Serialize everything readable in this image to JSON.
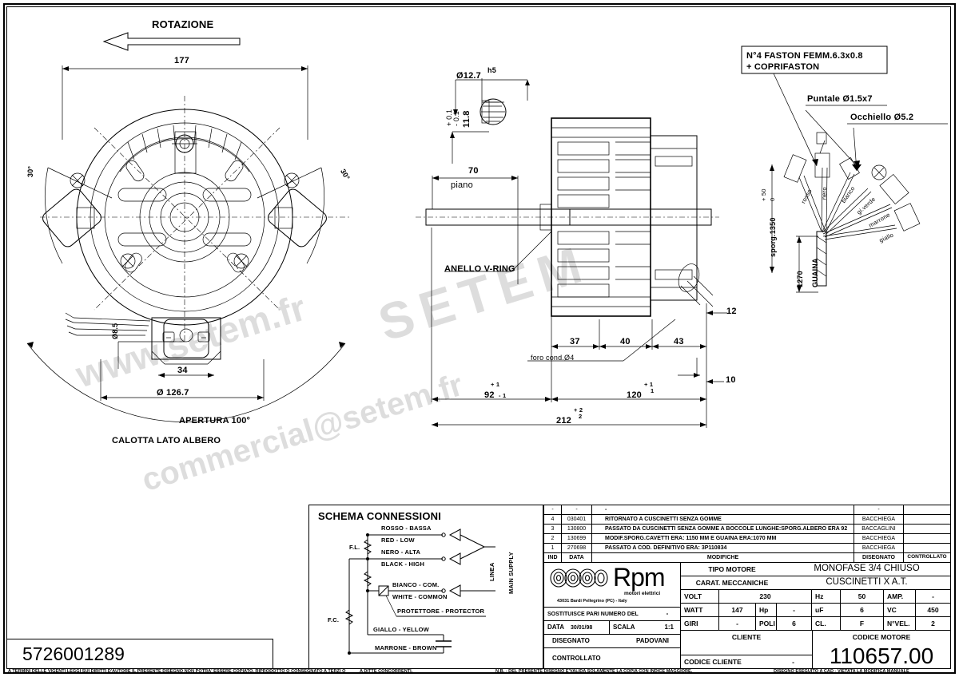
{
  "drawing": {
    "number_bottom_left": "5726001289",
    "motor_code": "110657.00"
  },
  "views": {
    "left": {
      "rotation_label": "ROTAZIONE",
      "width_dim": "177",
      "angle_left": "30°",
      "angle_right": "30°",
      "hole_dim": "Ø8.5",
      "slot_dim": "34",
      "bolt_circle": "Ø 126.7",
      "aperture": "APERTURA 100°",
      "cap_label": "CALOTTA LATO ALBERO"
    },
    "center": {
      "shaft_tol_class": "h5",
      "shaft_dia": "Ø12.7",
      "flat_tol_plus": "+ 0.1",
      "flat_tol_minus": "- 0.1",
      "flat_dim": "11.8",
      "plane_dim": "70",
      "plane_label": "piano",
      "vring_label": "ANELLO V-RING",
      "dim_37": "37",
      "dim_40": "40",
      "dim_43": "43",
      "dim_12": "12",
      "dim_10": "10",
      "cond_hole": "foro cond.Ø4",
      "dim_92": "92",
      "dim_92_tol": "+ 1",
      "dim_92_tol2": "- 1",
      "dim_120": "120",
      "dim_120_tol": "+ 1",
      "dim_120_tol2": "1",
      "dim_212": "212",
      "dim_212_tol": "+ 2",
      "dim_212_tol2": "2"
    },
    "right": {
      "note_faston": "N°4 FASTON FEMM.6.3x0.8",
      "note_faston2": "+ COPRIFASTON",
      "note_puntale": "Puntale Ø1.5x7",
      "note_occhiello": "Occhiello Ø5.2",
      "sporg_label": "sporg.1350",
      "sporg_tol_plus": "+ 50",
      "sporg_tol_zero": "0",
      "guaina_dim": "1270",
      "guaina_label": "GUAINA",
      "wires": [
        "rosso",
        "nero",
        "bianco",
        "gi.verde",
        "marrone",
        "giallo"
      ]
    }
  },
  "schema": {
    "title": "SCHEMA CONNESSIONI",
    "fl_label": "F.L.",
    "fc_label": "F.C.",
    "linea_label": "LINEA",
    "main_supply_label": "MAIN SUPPLY",
    "wires": [
      {
        "it": "ROSSO - BASSA",
        "en": "RED - LOW"
      },
      {
        "it": "NERO - ALTA",
        "en": "BLACK - HIGH"
      },
      {
        "it": "BIANCO - COM.",
        "en": "WHITE - COMMON"
      },
      {
        "it": "PROTETTORE - PROTECTOR",
        "en": ""
      },
      {
        "it": "GIALLO - YELLOW",
        "en": ""
      },
      {
        "it": "MARRONE - BROWN",
        "en": ""
      }
    ]
  },
  "title_block": {
    "rev_header_top": {
      "ind": "-",
      "data": "-",
      "mod": "-",
      "dis": "-",
      "ctr": ""
    },
    "revisions": [
      {
        "ind": "4",
        "data": "030401",
        "mod": "RITORNATO A CUSCINETTI SENZA GOMME",
        "dis": "BACCHIEGA",
        "ctr": ""
      },
      {
        "ind": "3",
        "data": "130800",
        "mod": "PASSATO DA CUSCINETTI SENZA GOMME A BOCCOLE LUNGHE:SPORG.ALBERO ERA 92",
        "dis": "BACCAGLINI",
        "ctr": ""
      },
      {
        "ind": "2",
        "data": "130699",
        "mod": "MODIF.SPORG.CAVETTI ERA: 1150 MM E GUAINA ERA:1070 MM",
        "dis": "BACCHIEGA",
        "ctr": ""
      },
      {
        "ind": "1",
        "data": "270698",
        "mod": "PASSATO A COD. DEFINITIVO ERA: 3P110834",
        "dis": "BACCHIEGA",
        "ctr": ""
      }
    ],
    "rev_columns": {
      "ind": "IND",
      "data": "DATA",
      "mod": "MODIFICHE",
      "dis": "DISEGNATO",
      "ctr": "CONTROLLATO"
    },
    "logo": {
      "name": "Rpm",
      "tagline": "motori elettrici",
      "address": "43031 Bardi Pellegrino (PC) - Italy"
    },
    "sostituisce_label": "SOSTITUISCE PARI NUMERO DEL",
    "sostituisce_value": "-",
    "data_label": "DATA",
    "data_value": "30/01/98",
    "scala_label": "SCALA",
    "scala_value": "1:1",
    "disegnato_label": "DISEGNATO",
    "disegnato_value": "PADOVANI",
    "controllato_label": "CONTROLLATO",
    "controllato_value": "",
    "tipo_motore_label": "TIPO MOTORE",
    "tipo_motore_value": "MONOFASE 3/4 CHIUSO",
    "carat_label": "CARAT. MECCANICHE",
    "carat_value": "CUSCINETTI X A.T.",
    "volt_label": "VOLT",
    "volt_value": "230",
    "hz_label": "Hz",
    "hz_value": "50",
    "amp_label": "AMP.",
    "amp_value": "-",
    "watt_label": "WATT",
    "watt_value": "147",
    "hp_label": "Hp",
    "hp_value": "-",
    "uf_label": "uF",
    "uf_value": "6",
    "vc_label": "VC",
    "vc_value": "450",
    "giri_label": "GIRI",
    "giri_value": "-",
    "poli_label": "POLI",
    "poli_value": "6",
    "cl_label": "CL.",
    "cl_value": "F",
    "nvel_label": "N°VEL.",
    "nvel_value": "2",
    "cliente_label": "CLIENTE",
    "codice_motore_label": "CODICE MOTORE",
    "codice_cliente_label": "CODICE CLIENTE",
    "codice_cliente_value": "-"
  },
  "footer": {
    "left": "A TERMINI DELLE VIGENTI LEGGI SUI DIRITTI D'AUTORE IL PRESENTE DISEGNO NON POTRA' ESSERE COPIATO, RIPRODOTTO O CONSEGNATO A TERZI O",
    "left2": "A DITTE CONCORRENTI.",
    "mid": "N.B. - DEL PRESENTE DISEGNO E'VALIDA SOLAMENTE LA COPIA CON INDICE MAGGIORE.",
    "right": "DISEGNO ESEGUITO A CAD - VIETATA LA MODIFICA MANUALE"
  },
  "watermark": {
    "line1": "www.setem.fr",
    "line2": "commercial@setem.fr",
    "line3": "SETEM"
  }
}
